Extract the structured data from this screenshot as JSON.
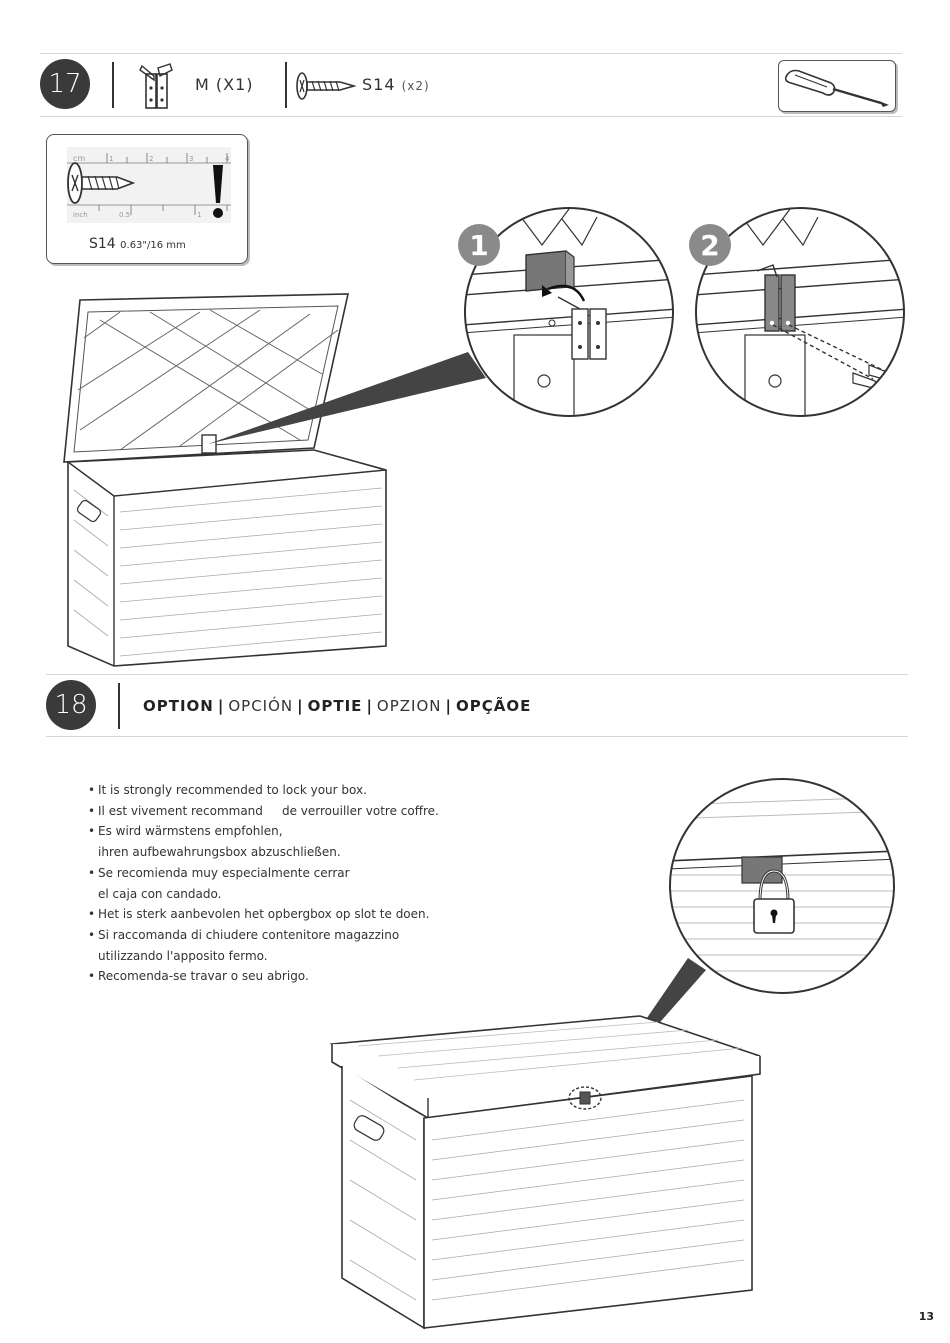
{
  "step17": {
    "number": "17",
    "part_m": {
      "code": "M",
      "qty": "(X1)"
    },
    "part_s14": {
      "code": "S14",
      "qty": "(x2)"
    },
    "ruler": {
      "unit_cm": "cm",
      "unit_inch": "inch",
      "cm_ticks": [
        "1",
        "2",
        "3",
        "4"
      ],
      "inch_ticks": [
        "0.5",
        "1"
      ],
      "caption_code": "S14",
      "caption_size": "0.63\"/16 mm"
    },
    "callouts": [
      "1",
      "2"
    ]
  },
  "step18": {
    "number": "18",
    "options": [
      {
        "text": "OPTION",
        "bold": true
      },
      {
        "text": "OPCIÓN",
        "bold": false
      },
      {
        "text": "OPTIE",
        "bold": true
      },
      {
        "text": "OPZION",
        "bold": false
      },
      {
        "text": "OPÇÃOE",
        "bold": true
      }
    ],
    "separator": "|",
    "notes": [
      {
        "lines": [
          "It is strongly recommended to lock your box."
        ]
      },
      {
        "lines": [
          "Il est vivement recommand     de verrouiller votre coffre."
        ]
      },
      {
        "lines": [
          "Es wird wärmstens empfohlen,",
          "ihren aufbewahrungsbox abzuschließen."
        ]
      },
      {
        "lines": [
          "Se recomienda muy especialmente cerrar",
          "el caja con candado."
        ]
      },
      {
        "lines": [
          "Het is sterk aanbevolen het opbergbox op slot te doen."
        ]
      },
      {
        "lines": [
          "Si raccomanda di chiudere contenitore magazzino",
          "utilizzando l'apposito fermo."
        ]
      },
      {
        "lines": [
          "Recomenda-se travar o seu abrigo."
        ]
      }
    ]
  },
  "page": {
    "number": "13"
  },
  "icons": {
    "bracket": "bracket-icon",
    "screw": "screw-icon",
    "screwdriver": "screwdriver-icon",
    "warning": "exclamation-icon",
    "padlock": "padlock-icon"
  },
  "colors": {
    "badge": "#3a3a3a",
    "callout": "#8a8a8a",
    "line": "#333333"
  }
}
